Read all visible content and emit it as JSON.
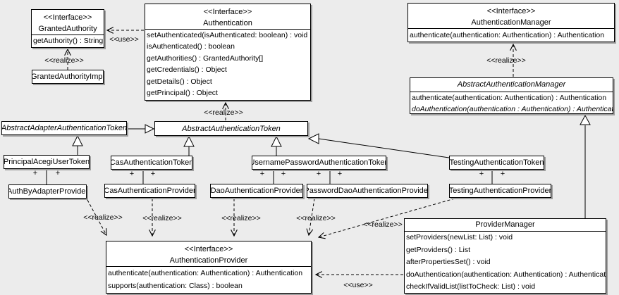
{
  "colors": {
    "background": "#ececec",
    "box_fill": "#ffffff",
    "line": "#000000",
    "shadow": "#9e9e9e"
  },
  "labels": {
    "realize": "<<realize>>",
    "use": "<<use>>",
    "plus": "+"
  },
  "classes": {
    "granted_authority": {
      "stereotype": "<<Interface>>",
      "name": "GrantedAuthority",
      "methods": [
        "getAuthority() : String"
      ]
    },
    "granted_authority_impl": {
      "name": "GrantedAuthorityImpl"
    },
    "authentication": {
      "stereotype": "<<Interface>>",
      "name": "Authentication",
      "methods": [
        "setAuthenticated(isAuthenticated: boolean) : void",
        "isAuthenticated() : boolean",
        "getAuthorities() : GrantedAuthority[]",
        "getCredentials() : Object",
        "getDetails() : Object",
        "getPrincipal() : Object"
      ]
    },
    "authentication_manager": {
      "stereotype": "<<Interface>>",
      "name": "AuthenticationManager",
      "methods": [
        "authenticate(authentication: Authentication) : Authentication"
      ]
    },
    "abstract_authentication_manager": {
      "name": "AbstractAuthenticationManager",
      "methods": [
        "authenticate(authentication: Authentication) : Authentication",
        "doAuthentication(authentication : Authentication) : Authentication"
      ]
    },
    "abstract_adapter_authentication_token": {
      "name": "AbstractAdapterAuthenticationToken"
    },
    "abstract_authentication_token": {
      "name": "AbstractAuthenticationToken"
    },
    "principal_acegi_user_token": {
      "name": "PrincipalAcegiUserToken"
    },
    "cas_authentication_token": {
      "name": "CasAuthenticationToken"
    },
    "username_password_authentication_token": {
      "name": "UsernamePasswordAuthenticationToken"
    },
    "testing_authentication_token": {
      "name": "TestingAuthenticationToken"
    },
    "auth_by_adapter_provider": {
      "name": "AuthByAdapterProvider"
    },
    "cas_authentication_provider": {
      "name": "CasAuthenticationProvider"
    },
    "dao_authentication_provider": {
      "name": "DaoAuthenticationProvider"
    },
    "password_dao_authentication_provider": {
      "name": "PasswordDaoAuthenticationProvider"
    },
    "testing_authentication_provider": {
      "name": "TestingAuthenticationProvider"
    },
    "authentication_provider": {
      "stereotype": "<<Interface>>",
      "name": "AuthenticationProvider",
      "methods": [
        "authenticate(authentication: Authentication) : Authentication",
        "supports(authentication: Class) : boolean"
      ]
    },
    "provider_manager": {
      "name": "ProviderManager",
      "methods": [
        "setProviders(newList: List) : void",
        "getProviders() : List",
        "afterPropertiesSet() : void",
        "doAuthentication(authentication: Authentication) : Authentication",
        "checkIfValidList(listToCheck: List) : void"
      ]
    }
  },
  "relations": [
    {
      "from": "Authentication",
      "to": "GrantedAuthority",
      "type": "use"
    },
    {
      "from": "GrantedAuthorityImpl",
      "to": "GrantedAuthority",
      "type": "realize"
    },
    {
      "from": "AbstractAuthenticationToken",
      "to": "Authentication",
      "type": "realize"
    },
    {
      "from": "AbstractAuthenticationManager",
      "to": "AuthenticationManager",
      "type": "realize"
    },
    {
      "from": "AbstractAdapterAuthenticationToken",
      "to": "AbstractAuthenticationToken",
      "type": "generalization"
    },
    {
      "from": "PrincipalAcegiUserToken",
      "to": "AbstractAdapterAuthenticationToken",
      "type": "generalization"
    },
    {
      "from": "CasAuthenticationToken",
      "to": "AbstractAuthenticationToken",
      "type": "generalization"
    },
    {
      "from": "UsernamePasswordAuthenticationToken",
      "to": "AbstractAuthenticationToken",
      "type": "generalization"
    },
    {
      "from": "TestingAuthenticationToken",
      "to": "AbstractAuthenticationToken",
      "type": "generalization"
    },
    {
      "from": "PrincipalAcegiUserToken",
      "to": "AuthByAdapterProvider",
      "type": "association",
      "end_labels": [
        "+",
        "+"
      ]
    },
    {
      "from": "CasAuthenticationToken",
      "to": "CasAuthenticationProvider",
      "type": "association",
      "end_labels": [
        "+",
        "+"
      ]
    },
    {
      "from": "UsernamePasswordAuthenticationToken",
      "to": "DaoAuthenticationProvider",
      "type": "association",
      "end_labels": [
        "+",
        "+"
      ]
    },
    {
      "from": "UsernamePasswordAuthenticationToken",
      "to": "PasswordDaoAuthenticationProvider",
      "type": "association",
      "end_labels": [
        "+",
        "+"
      ]
    },
    {
      "from": "TestingAuthenticationToken",
      "to": "TestingAuthenticationProvider",
      "type": "association",
      "end_labels": [
        "+",
        "+"
      ]
    },
    {
      "from": "AuthByAdapterProvider",
      "to": "AuthenticationProvider",
      "type": "realize"
    },
    {
      "from": "CasAuthenticationProvider",
      "to": "AuthenticationProvider",
      "type": "realize"
    },
    {
      "from": "DaoAuthenticationProvider",
      "to": "AuthenticationProvider",
      "type": "realize"
    },
    {
      "from": "PasswordDaoAuthenticationProvider",
      "to": "AuthenticationProvider",
      "type": "realize"
    },
    {
      "from": "TestingAuthenticationProvider",
      "to": "AuthenticationProvider",
      "type": "realize"
    },
    {
      "from": "ProviderManager",
      "to": "AuthenticationProvider",
      "type": "use"
    },
    {
      "from": "ProviderManager",
      "to": "AbstractAuthenticationManager",
      "type": "generalization"
    }
  ]
}
